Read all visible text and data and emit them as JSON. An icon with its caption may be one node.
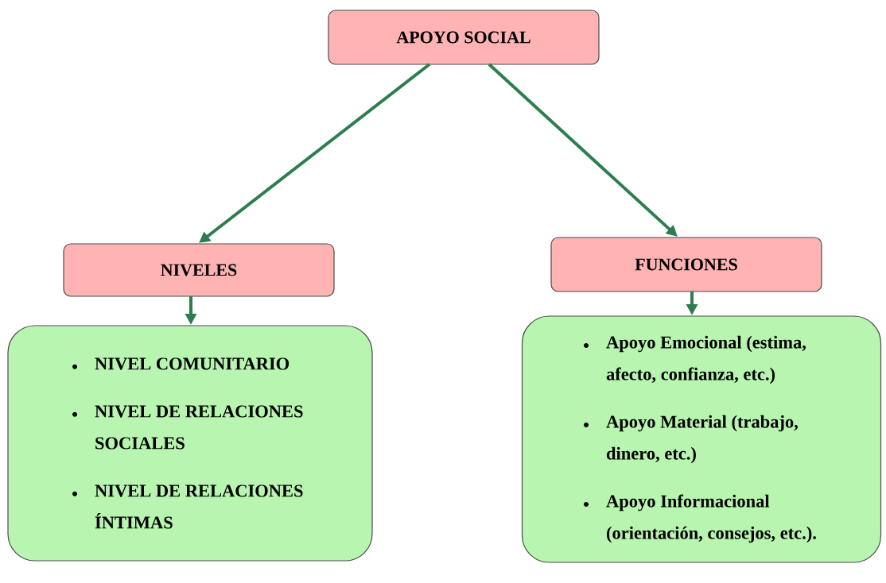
{
  "diagram": {
    "nodes": [
      {
        "text": [
          "APOYO SOCIAL"
        ]
      },
      {
        "text": [
          "NIVELES"
        ]
      },
      {
        "text": [
          "FUNCIONES"
        ]
      },
      {
        "text": [
          "NIVEL COMUNITARIO",
          "NIVEL DE RELACIONES SOCIALES",
          "NIVEL DE RELACIONES ÍNTIMAS"
        ]
      },
      {
        "text": [
          "Apoyo Emocional (estima, afecto, confianza, etc.)",
          "Apoyo Material (trabajo, dinero, etc.)",
          "Apoyo Informacional (orientación, consejos, etc.)."
        ]
      }
    ],
    "edges": [
      {
        "from": 0,
        "to": 1,
        "arrow": "to"
      },
      {
        "from": 0,
        "to": 2,
        "arrow": "to"
      },
      {
        "from": 1,
        "to": 3,
        "arrow": "to"
      },
      {
        "from": 2,
        "to": 4,
        "arrow": "to"
      }
    ]
  }
}
